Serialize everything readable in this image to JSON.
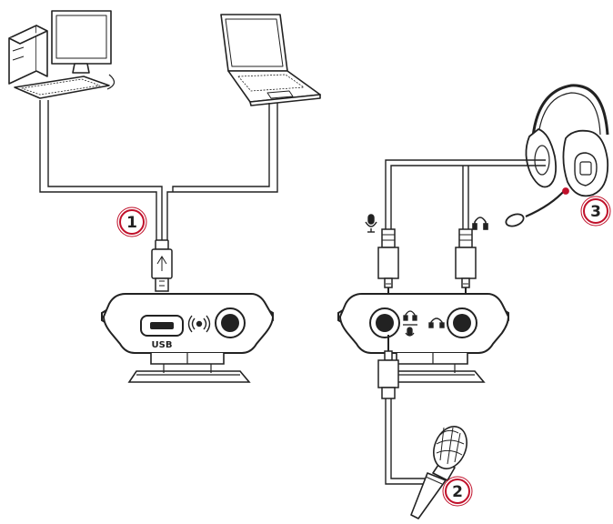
{
  "diagram": {
    "callouts": [
      {
        "number": "1",
        "target": "usb-cable"
      },
      {
        "number": "2",
        "target": "microphone"
      },
      {
        "number": "3",
        "target": "headset"
      }
    ],
    "usb_port_label": "USB",
    "icons": {
      "mic_jack": "microphone-icon",
      "headphone_jack": "headphone-icon",
      "combo_jack": "headset-combo-icon",
      "surround": "surround-sound-icon"
    },
    "colors": {
      "line": "#222222",
      "callout": "#c0102a",
      "usb_arrow": "#c0102a"
    }
  }
}
